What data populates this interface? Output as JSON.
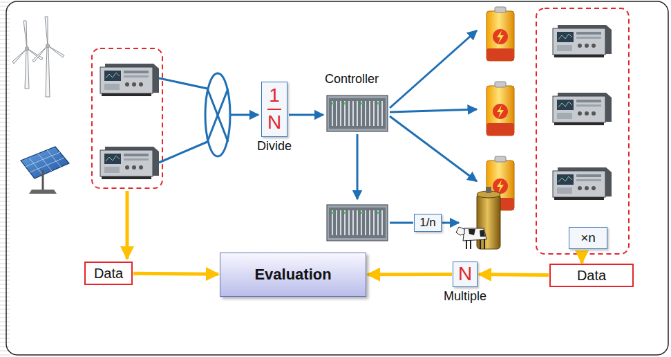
{
  "diagram": {
    "nodes": [
      {
        "text": [
          "1",
          "N",
          "Divide"
        ]
      },
      {
        "text": [
          "1/n"
        ]
      },
      {
        "text": [
          "×n"
        ]
      },
      {
        "text": [
          "Data"
        ]
      },
      {
        "text": [
          "Evaluation"
        ]
      },
      {
        "text": [
          "N",
          "Multiple"
        ]
      },
      {
        "text": [
          "Data"
        ]
      }
    ],
    "edges": [
      {
        "from": 3,
        "to": 4,
        "arrow": "to"
      },
      {
        "from": 6,
        "to": 5,
        "arrow": "to"
      },
      {
        "from": 5,
        "to": 4,
        "arrow": "to"
      }
    ],
    "labels": [
      "Controller"
    ]
  }
}
